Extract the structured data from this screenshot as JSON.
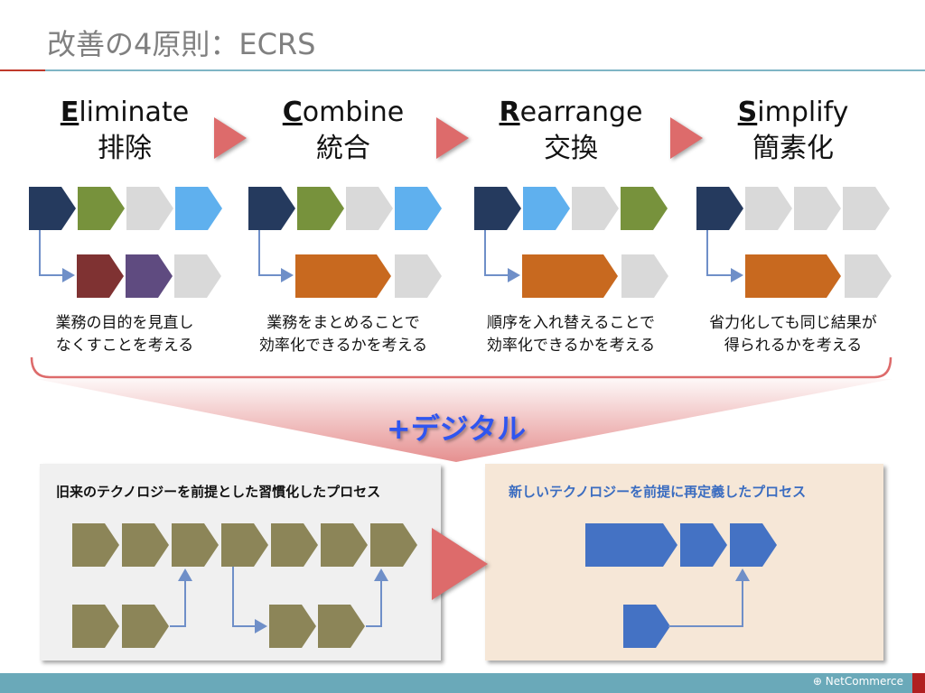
{
  "title": "改善の4原則：ECRS",
  "principles": [
    {
      "first": "E",
      "rest": "liminate",
      "ja": "排除",
      "desc1": "業務の目的を見直し",
      "desc2": "なくすことを考える"
    },
    {
      "first": "C",
      "rest": "ombine",
      "ja": "統合",
      "desc1": "業務をまとめることで",
      "desc2": "効率化できるかを考える"
    },
    {
      "first": "R",
      "rest": "earrange",
      "ja": "交換",
      "desc1": "順序を入れ替えることで",
      "desc2": "効率化できるかを考える"
    },
    {
      "first": "S",
      "rest": "implify",
      "ja": "簡素化",
      "desc1": "省力化しても同じ結果が",
      "desc2": "得られるかを考える"
    }
  ],
  "digital_label": "+デジタル",
  "legacy": {
    "title": "旧来のテクノロジーを前提とした習慣化したプロセス"
  },
  "redefined": {
    "title": "新しいテクノロジーを前提に再定義したプロセス"
  },
  "footer": {
    "brand": "NetCommerce"
  },
  "colors": {
    "navy": "#253a5e",
    "olive": "#77923c",
    "gray": "#d9d9d9",
    "sky": "#5fb0ee",
    "maroon": "#7f3232",
    "purple": "#5f4b80",
    "orange": "#c8691f",
    "khaki": "#8c8558",
    "blue": "#4472c4",
    "accent_red": "#dd6b6b",
    "connector": "#6f8fc8",
    "redefined_title": "#3a6cc0"
  }
}
